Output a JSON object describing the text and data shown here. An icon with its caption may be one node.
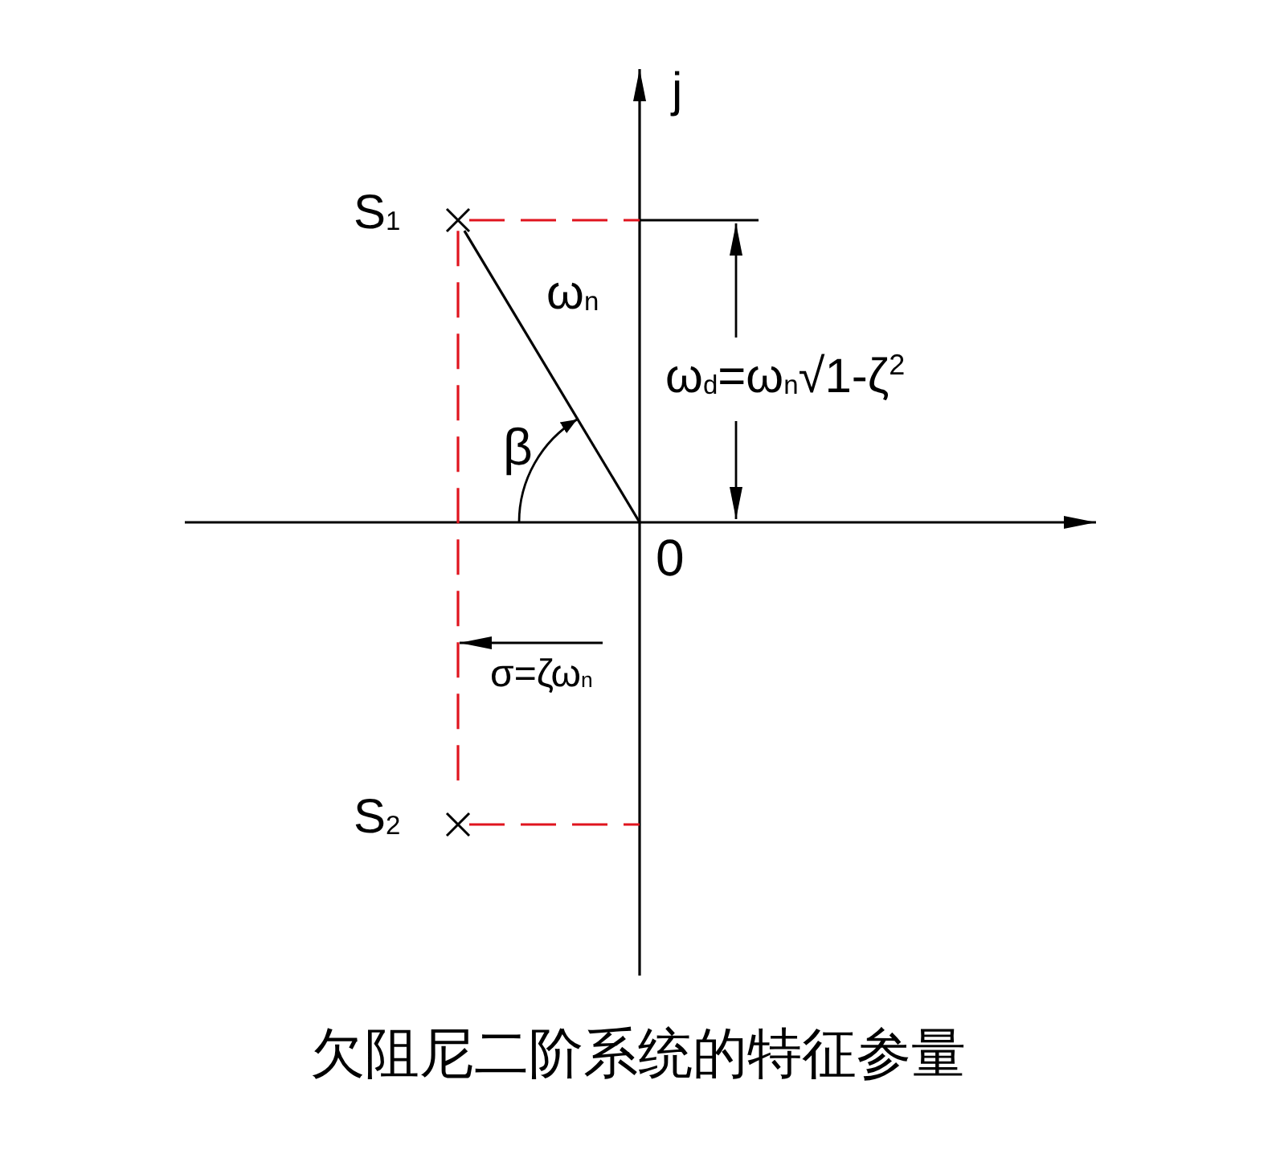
{
  "diagram": {
    "caption": "欠阻尼二阶系统的特征参量",
    "nodes": [
      {
        "text": [
          "S$_{1}$"
        ]
      },
      {
        "text": [
          "S$_{2}$"
        ]
      },
      {
        "text": [
          "0"
        ]
      }
    ],
    "edges": [
      {
        "from": 0,
        "to": 2,
        "arrow": "none",
        "label": "ω$_{n}$"
      },
      {
        "from": 0,
        "to": 1,
        "arrow": "none",
        "style": "dashed",
        "color": "#e0141e"
      }
    ],
    "labels": [
      "j",
      "β",
      "ω$_{d}$=ω$_{n}$√1-ζ$^{2}$",
      "σ=ζω$_{n}$"
    ]
  }
}
